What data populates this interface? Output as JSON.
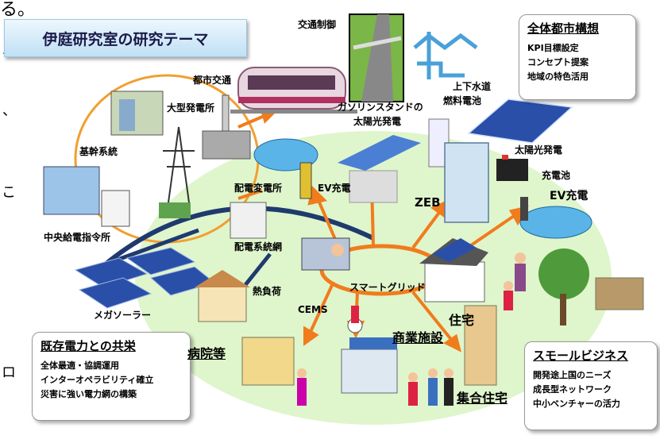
{
  "header": {
    "cut_text": "る。",
    "title": "伊庭研究室の研究テーマ"
  },
  "panels": {
    "city": {
      "heading": "全体都市構想",
      "lines": [
        "KPI目標設定",
        "コンセプト提案",
        "地域の特色活用"
      ]
    },
    "existing": {
      "heading": "既存電力との共栄",
      "lines": [
        "全体最適・協調運用",
        "インターオペラビリティ確立",
        "災害に強い電力網の構築"
      ]
    },
    "small": {
      "heading": "スモールビジネス",
      "lines": [
        "開発途上国のニーズ",
        "成長型ネットワーク",
        "中小ベンチャーの活力"
      ]
    }
  },
  "labels": {
    "traffic_control": "交通制御",
    "urban_transit": "都市交通",
    "large_plant": "大型発電所",
    "water": "上下水道",
    "fuel_cell": "燃料電池",
    "gas_solar_1": "ガソリンスタンドの",
    "gas_solar_2": "太陽光発電",
    "backbone": "基幹系統",
    "central_dispatch": "中央給電指令所",
    "substation": "配電変電所",
    "ev_charge_1": "EV充電",
    "zeb": "ZEB",
    "solar": "太陽光発電",
    "battery": "充電池",
    "ev_charge_2": "EV充電",
    "dist_network": "配電系統網",
    "smart_grid": "スマートグリッド",
    "heat_load": "熱負荷",
    "mega_solar": "メガソーラー",
    "cems": "CEMS",
    "hospital": "病院等",
    "commercial": "商業施設",
    "residence": "住宅",
    "apartment": "集合住宅"
  },
  "side_marks": [
    "、",
    "、",
    "こ",
    "ロ"
  ],
  "colors": {
    "ground": "#dff5cc",
    "orange": "#f07c1c",
    "navy": "#1f3a6e",
    "title_text": "#1a1a4a"
  }
}
